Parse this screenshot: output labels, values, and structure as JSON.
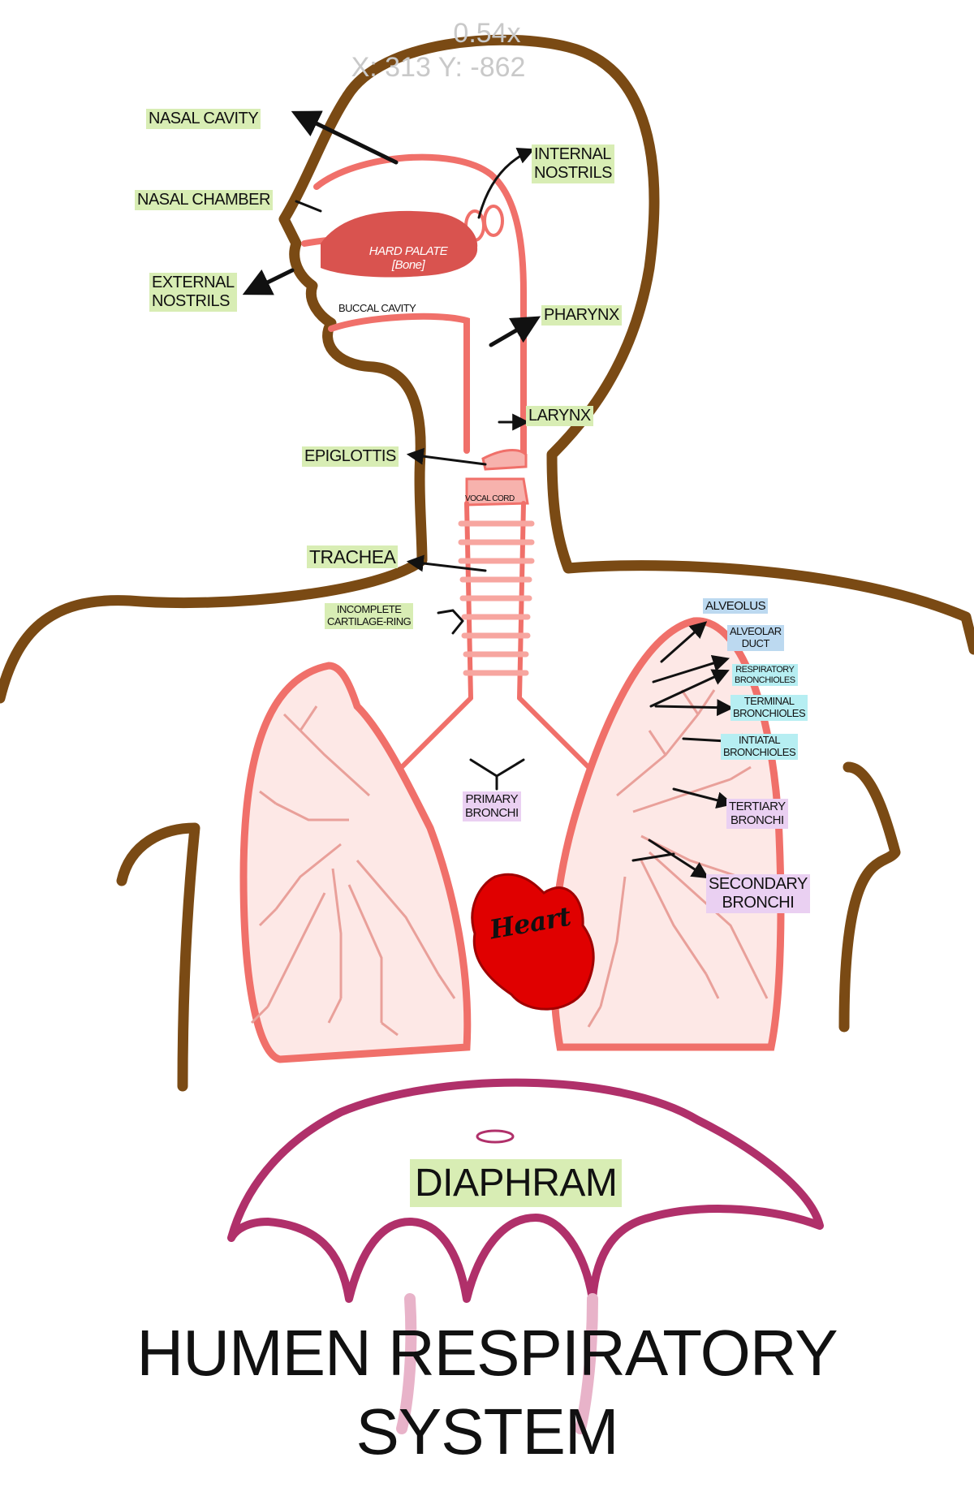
{
  "overlay": {
    "zoom": "0.54x",
    "coords": "X: 313  Y: -862"
  },
  "title": {
    "line1": "HUMEN RESPIRATORY",
    "line2": "SYSTEM"
  },
  "labels": {
    "nasal_cavity": "NASAL CAVITY",
    "nasal_chamber": "NASAL CHAMBER",
    "external_nostrils_1": "EXTERNAL",
    "external_nostrils_2": "NOSTRILS",
    "internal_nostrils_1": "INTERNAL",
    "internal_nostrils_2": "NOSTRILS",
    "hard_palate_1": "HARD PALATE",
    "hard_palate_2": "[Bone]",
    "buccal_cavity": "BUCCAL CAVITY",
    "pharynx": "PHARYNX",
    "larynx": "LARYNX",
    "epiglottis": "EPIGLOTTIS",
    "vocal_cord": "VOCAL CORD",
    "trachea": "TRACHEA",
    "incomplete_ring_1": "INCOMPLETE",
    "incomplete_ring_2": "CARTILAGE-RING",
    "alveolus": "ALVEOLUS",
    "alveolar_duct_1": "ALVEOLAR",
    "alveolar_duct_2": "DUCT",
    "respiratory_bronchioles_1": "RESPIRATORY",
    "respiratory_bronchioles_2": "BRONCHIOLES",
    "terminal_bronchioles_1": "TERMINAL",
    "terminal_bronchioles_2": "BRONCHIOLES",
    "initial_bronchioles_1": "INTIATAL",
    "initial_bronchioles_2": "BRONCHIOLES",
    "tertiary_bronchi_1": "TERTIARY",
    "tertiary_bronchi_2": "BRONCHI",
    "secondary_bronchi_1": "SECONDARY",
    "secondary_bronchi_2": "BRONCHI",
    "primary_bronchi_1": "PRIMARY",
    "primary_bronchi_2": "BRONCHI",
    "heart": "Heart",
    "diaphragm": "DIAPHRAM"
  },
  "colors": {
    "body_outline": "#7a4a14",
    "airway": "#f0706a",
    "lung_fill": "#fde8e6",
    "hard_palate": "#d9534f",
    "heart": "#e00000",
    "diaphragm": "#b0306a",
    "label_green": "#d8edb4",
    "label_blue": "#bcd9f0",
    "label_cyan": "#b6eef2",
    "label_pink": "#ead0f2"
  }
}
